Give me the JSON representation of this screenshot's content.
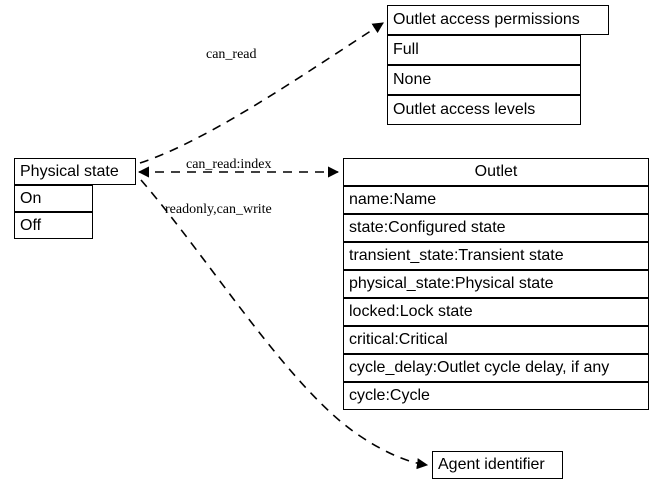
{
  "diagram": {
    "type": "uml-class-relationship-diagram",
    "background_color": "#ffffff",
    "line_color": "#000000",
    "text_color": "#000000"
  },
  "nodes": {
    "physical_state": {
      "title": "Physical state",
      "rows": [
        "On",
        "Off"
      ]
    },
    "outlet_access_permissions": {
      "title": "Outlet access permissions",
      "rows": [
        "Full",
        "None",
        "Outlet access levels"
      ]
    },
    "outlet": {
      "title": "Outlet",
      "rows": [
        "name:Name",
        "state:Configured state",
        "transient_state:Transient state",
        "physical_state:Physical state",
        "locked:Lock state",
        "critical:Critical",
        "cycle_delay:Outlet cycle delay, if any",
        "cycle:Cycle"
      ]
    },
    "agent_identifier": {
      "title": "Agent identifier"
    }
  },
  "edges": [
    {
      "id": "can-read",
      "label": "can_read",
      "from": "physical_state",
      "to": "outlet_access_permissions",
      "style": "dashed",
      "arrow": "end"
    },
    {
      "id": "can-read-index",
      "label": "can_read:index",
      "from": "physical_state",
      "to": "outlet",
      "style": "dashed",
      "arrow": "both"
    },
    {
      "id": "readonly-can-write",
      "label": "readonly,can_write",
      "from": "physical_state",
      "to": "agent_identifier",
      "style": "dashed",
      "arrow": "end"
    }
  ]
}
